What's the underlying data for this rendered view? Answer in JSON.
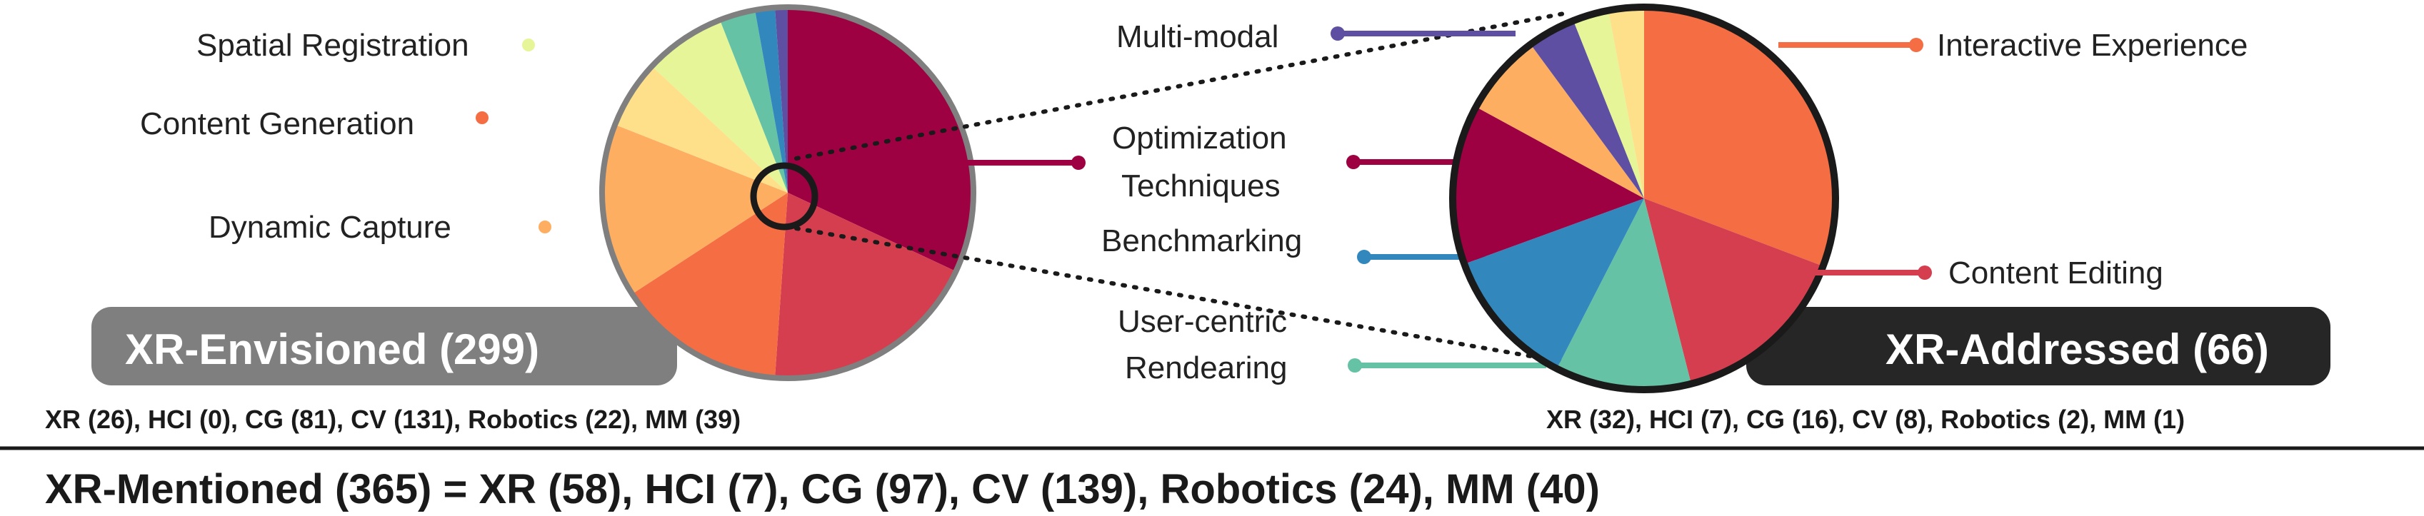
{
  "left": {
    "badge": "XR-Envisioned (299)",
    "venues": "XR (26), HCI (0), CG (81), CV (131), Robotics (22), MM (39)",
    "callouts": {
      "spatial": "Spatial Registration",
      "content_gen": "Content Generation",
      "dynamic": "Dynamic Capture"
    },
    "pie": [
      {
        "category": "Optimization Techniques",
        "color": "#9e0142"
      },
      {
        "category": "Content Editing",
        "color": "#d53e4f"
      },
      {
        "category": "Interactive Experience",
        "color": "#f46d43"
      },
      {
        "category": "Dynamic Capture",
        "color": "#fdae61"
      },
      {
        "category": "Content Generation",
        "color": "#fee08b"
      },
      {
        "category": "Spatial Registration",
        "color": "#e6f598"
      },
      {
        "category": "User-centric Rendering",
        "color": "#66c2a5"
      },
      {
        "category": "Benchmarking",
        "color": "#3288bd"
      },
      {
        "category": "Multi-modal",
        "color": "#5e4fa2"
      }
    ]
  },
  "middle": {
    "multimodal": "Multi-modal",
    "opt_line1": "Optimization",
    "opt_line2": "Techniques",
    "benchmarking": "Benchmarking",
    "uc_line1": "User-centric",
    "uc_line2": "Rendearing"
  },
  "right": {
    "badge": "XR-Addressed (66)",
    "venues": "XR (32), HCI (7), CG (16), CV (8), Robotics (2), MM (1)",
    "callouts": {
      "interactive": "Interactive Experience",
      "content_edit": "Content Editing"
    },
    "pie": [
      {
        "category": "Interactive Experience",
        "color": "#f46d43"
      },
      {
        "category": "Content Editing",
        "color": "#d53e4f"
      },
      {
        "category": "User-centric Rendering",
        "color": "#66c2a5"
      },
      {
        "category": "Benchmarking",
        "color": "#3288bd"
      },
      {
        "category": "Optimization Techniques",
        "color": "#9e0142"
      },
      {
        "category": "Dynamic Capture",
        "color": "#fdae61"
      },
      {
        "category": "Multi-modal",
        "color": "#5e4fa2"
      },
      {
        "category": "Spatial Registration",
        "color": "#e6f598"
      },
      {
        "category": "Content Generation",
        "color": "#fee08b"
      }
    ]
  },
  "total": "XR-Mentioned (365) = XR (58), HCI (7), CG (97), CV (139), Robotics (24), MM (40)"
}
